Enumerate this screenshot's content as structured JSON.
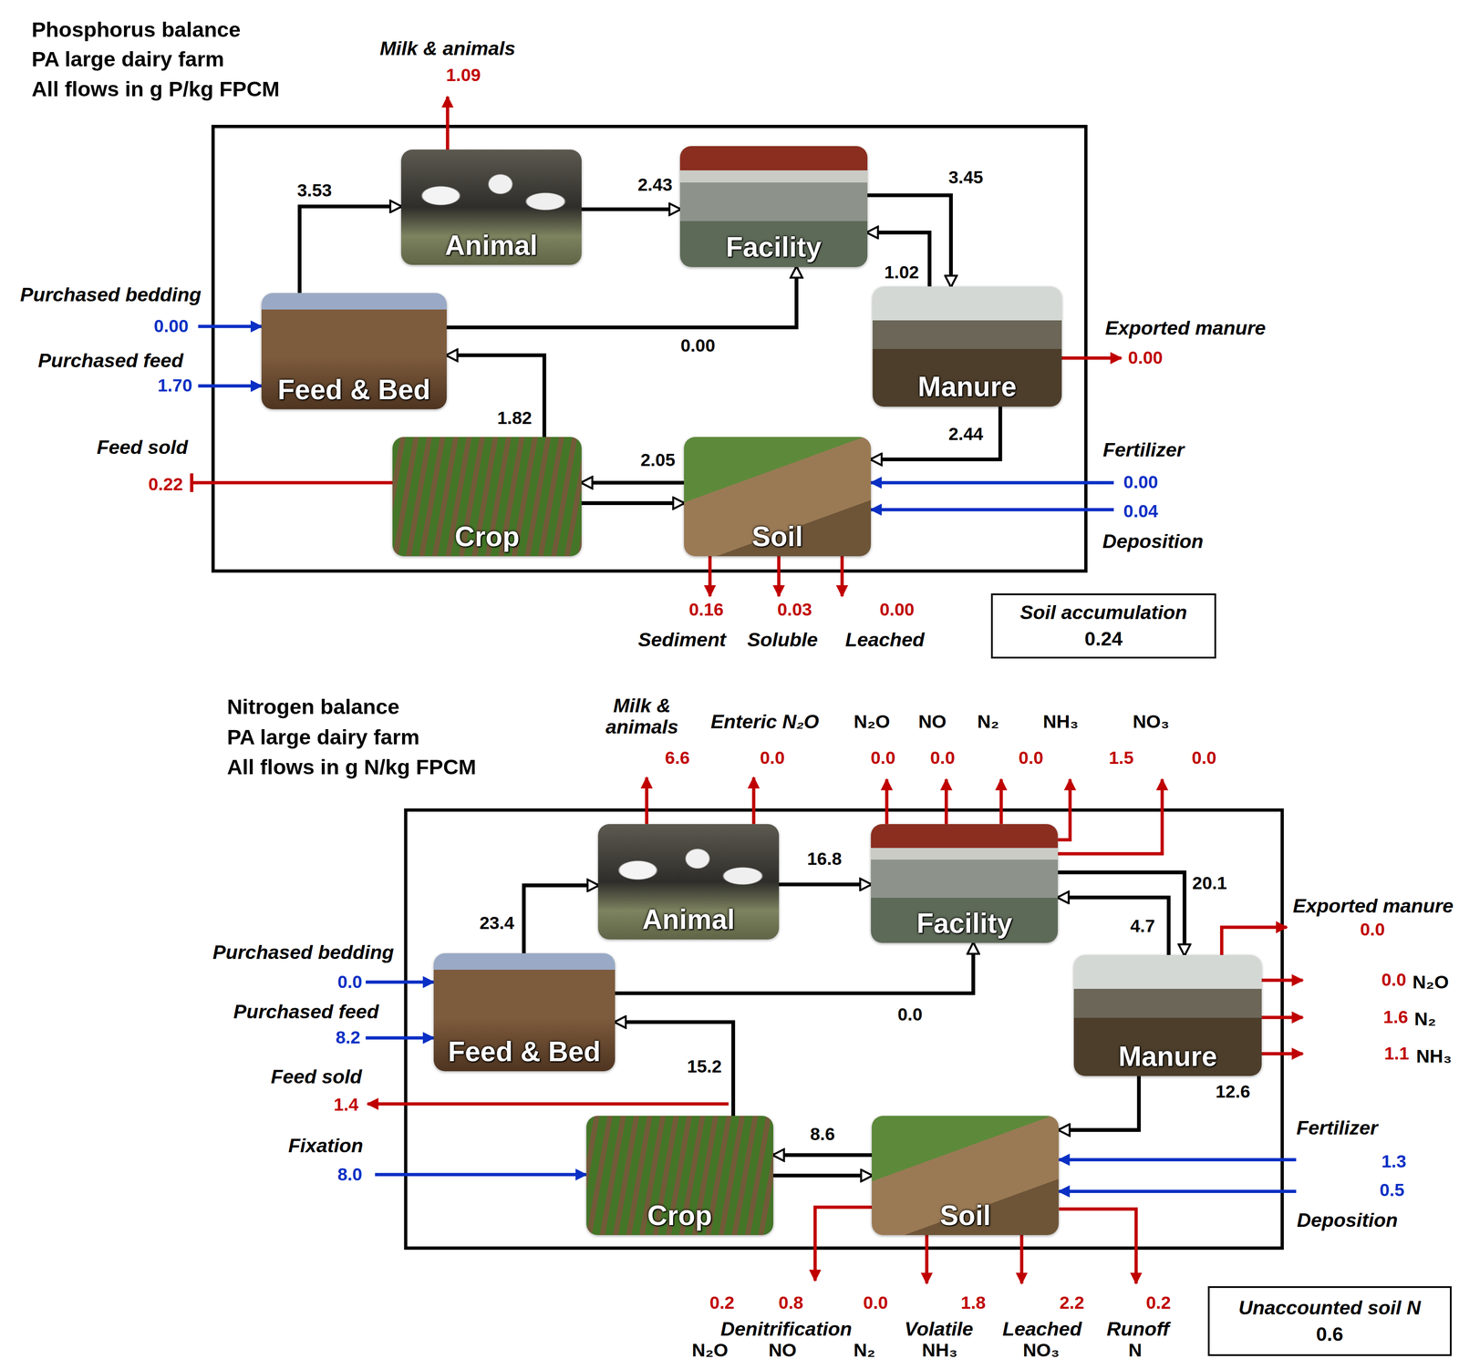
{
  "diagram": {
    "nodes": [
      {
        "text": [
          "Animal"
        ]
      },
      {
        "text": [
          "Facility"
        ]
      },
      {
        "text": [
          "Feed & Bed"
        ]
      },
      {
        "text": [
          "Manure"
        ]
      },
      {
        "text": [
          "Crop"
        ]
      },
      {
        "text": [
          "Soil"
        ]
      },
      {
        "text": [
          "Soil accumulation",
          "0.24"
        ]
      },
      {
        "text": [
          "Animal"
        ]
      },
      {
        "text": [
          "Facility"
        ]
      },
      {
        "text": [
          "Feed & Bed"
        ]
      },
      {
        "text": [
          "Manure"
        ]
      },
      {
        "text": [
          "Crop"
        ]
      },
      {
        "text": [
          "Soil"
        ]
      },
      {
        "text": [
          "Unaccounted soil N",
          "0.6"
        ]
      }
    ],
    "edges": [
      {
        "from": 2,
        "to": 0,
        "arrow": "to",
        "label": "3.53"
      },
      {
        "from": 0,
        "to": 1,
        "arrow": "to",
        "label": "2.43"
      },
      {
        "from": 1,
        "to": 3,
        "arrow": "to",
        "label": "3.45"
      },
      {
        "from": 3,
        "to": 1,
        "arrow": "to",
        "label": "1.02"
      },
      {
        "from": 2,
        "to": 1,
        "arrow": "to",
        "label": "0.00"
      },
      {
        "from": 4,
        "to": 2,
        "arrow": "to",
        "label": "1.82"
      },
      {
        "from": 3,
        "to": 5,
        "arrow": "to",
        "label": "2.44"
      },
      {
        "from": 5,
        "to": 4,
        "arrow": "to",
        "label": "2.05"
      },
      {
        "from": 4,
        "to": 5,
        "arrow": "to"
      },
      {
        "from": 9,
        "to": 7,
        "arrow": "to",
        "label": "23.4"
      },
      {
        "from": 7,
        "to": 8,
        "arrow": "to",
        "label": "16.8"
      },
      {
        "from": 8,
        "to": 10,
        "arrow": "to",
        "label": "20.1"
      },
      {
        "from": 10,
        "to": 8,
        "arrow": "to",
        "label": "4.7"
      },
      {
        "from": 9,
        "to": 8,
        "arrow": "to",
        "label": "0.0"
      },
      {
        "from": 11,
        "to": 9,
        "arrow": "to",
        "label": "15.2"
      },
      {
        "from": 10,
        "to": 12,
        "arrow": "to",
        "label": "12.6"
      },
      {
        "from": 12,
        "to": 11,
        "arrow": "to",
        "label": "8.6"
      },
      {
        "from": 11,
        "to": 12,
        "arrow": "to"
      }
    ],
    "labels": [
      "Phosphorus balance",
      "PA large dairy farm",
      "All flows in g P/kg FPCM",
      "Milk & animals",
      "1.09",
      "Purchased bedding",
      "0.00",
      "Purchased feed",
      "1.70",
      "Feed sold",
      "0.22",
      "Exported manure",
      "0.00",
      "Fertilizer",
      "0.00",
      "0.04",
      "Deposition",
      "0.16",
      "0.03",
      "0.00",
      "Sediment",
      "Soluble",
      "Leached",
      "Nitrogen balance",
      "PA large dairy farm",
      "All flows in g N/kg FPCM",
      "Milk & animals",
      "6.6",
      "Enteric N₂O",
      "0.0",
      "N₂O",
      "NO",
      "N₂",
      "NH₃",
      "NO₃",
      "0.0",
      "0.0",
      "0.0",
      "1.5",
      "0.0",
      "Purchased bedding",
      "0.0",
      "Purchased feed",
      "8.2",
      "Feed sold",
      "1.4",
      "Fixation",
      "8.0",
      "Exported manure",
      "0.0",
      "0.0",
      "N₂O",
      "1.6",
      "N₂",
      "1.1",
      "NH₃",
      "Fertilizer",
      "1.3",
      "0.5",
      "Deposition",
      "0.2",
      "0.8",
      "0.0",
      "1.8",
      "2.2",
      "0.2",
      "Denitrification",
      "Volatile",
      "Leached",
      "Runoff",
      "N₂O",
      "NO",
      "N₂",
      "NH₃",
      "NO₃",
      "N"
    ]
  }
}
